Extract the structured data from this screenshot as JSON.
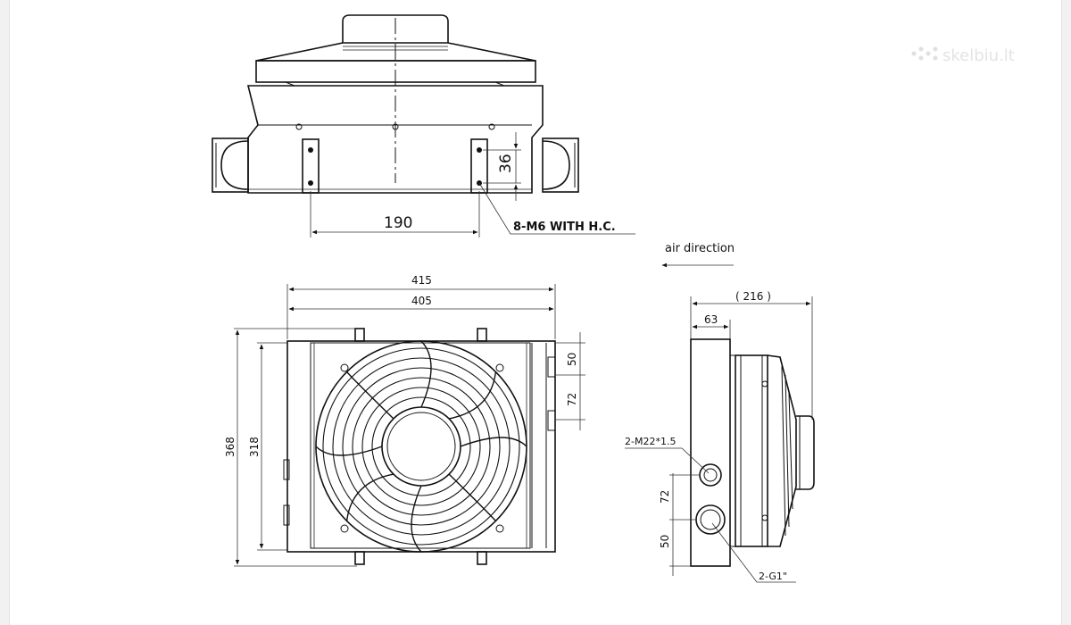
{
  "watermark": {
    "text": "skelbiu.lt"
  },
  "top_view": {
    "dim_spacing": "190",
    "dim_height": "36",
    "hole_callout": "8-M6 WITH H.C."
  },
  "air": {
    "label": "air direction"
  },
  "front_view": {
    "dim_outer_width": "415",
    "dim_inner_width": "405",
    "dim_outer_height": "368",
    "dim_inner_height": "318",
    "dim_top_offset": "50",
    "dim_port_spacing": "72"
  },
  "side_view": {
    "dim_overall_depth": "( 216 )",
    "dim_body_depth": "63",
    "port_small": "2-M22*1.5",
    "port_large": "2-G1\"",
    "dim_port_spacing": "72",
    "dim_bottom_offset": "50"
  },
  "colors": {
    "line": "#111111",
    "background": "#ffffff",
    "watermark": "#e4e4e4"
  }
}
